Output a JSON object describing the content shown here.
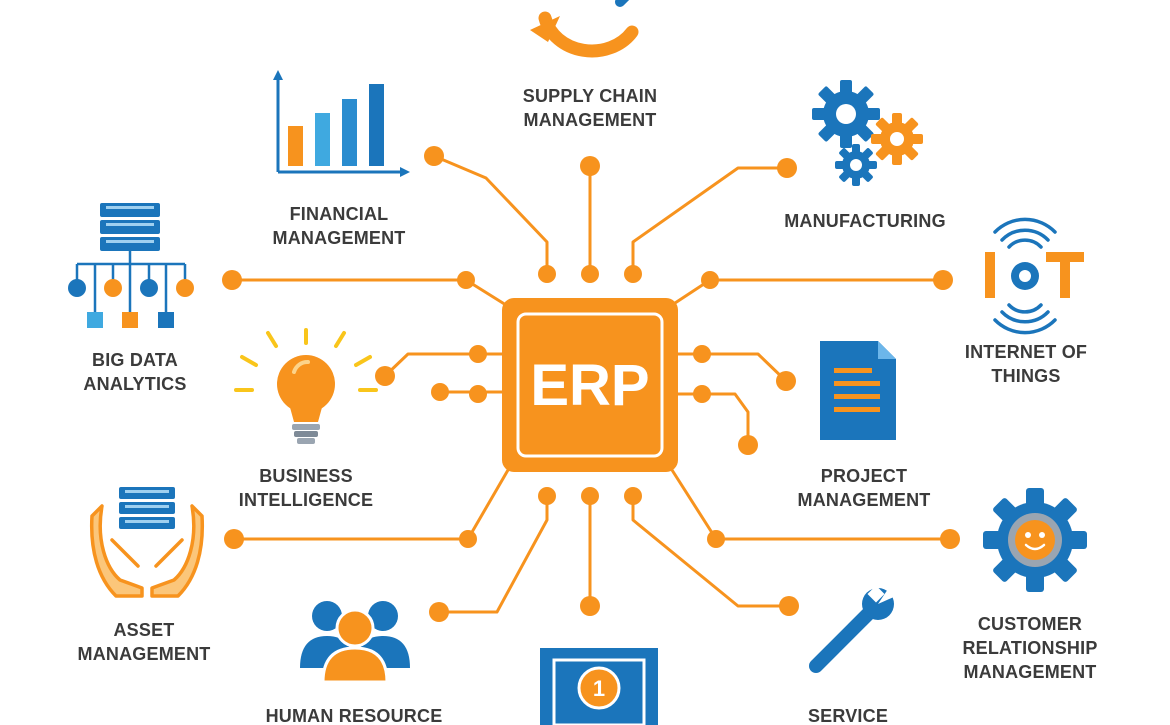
{
  "center": {
    "label": "ERP"
  },
  "modules": [
    {
      "id": "supply-chain",
      "lines": [
        "SUPPLY CHAIN",
        "MANAGEMENT"
      ],
      "icon": "refresh-arrows-icon"
    },
    {
      "id": "financial",
      "lines": [
        "FINANCIAL",
        "MANAGEMENT"
      ],
      "icon": "bar-chart-icon"
    },
    {
      "id": "manufacturing",
      "lines": [
        "MANUFACTURING"
      ],
      "icon": "gears-icon"
    },
    {
      "id": "big-data",
      "lines": [
        "BIG DATA",
        "ANALYTICS"
      ],
      "icon": "database-network-icon"
    },
    {
      "id": "iot",
      "lines": [
        "INTERNET OF",
        "THINGS"
      ],
      "icon": "iot-signal-icon",
      "icon_text": "IOT"
    },
    {
      "id": "business-intelligence",
      "lines": [
        "BUSINESS",
        "INTELLIGENCE"
      ],
      "icon": "lightbulb-icon"
    },
    {
      "id": "project",
      "lines": [
        "PROJECT",
        "MANAGEMENT"
      ],
      "icon": "document-icon"
    },
    {
      "id": "asset",
      "lines": [
        "ASSET",
        "MANAGEMENT"
      ],
      "icon": "hands-database-icon"
    },
    {
      "id": "crm",
      "lines": [
        "CUSTOMER",
        "RELATIONSHIP",
        "MANAGEMENT"
      ],
      "icon": "smiley-gear-icon"
    },
    {
      "id": "human-resource",
      "lines": [
        "HUMAN RESOURCE"
      ],
      "icon": "people-group-icon"
    },
    {
      "id": "finance-bill",
      "icon": "banknote-icon",
      "icon_text": "1"
    },
    {
      "id": "service",
      "lines": [
        "SERVICE"
      ],
      "icon": "wrench-icon"
    }
  ],
  "colors": {
    "orange": "#f7931e",
    "blue": "#1b75bb",
    "gray": "#3b3b3b",
    "light_blue": "#9fd0f0",
    "yellow": "#f9c51b"
  }
}
